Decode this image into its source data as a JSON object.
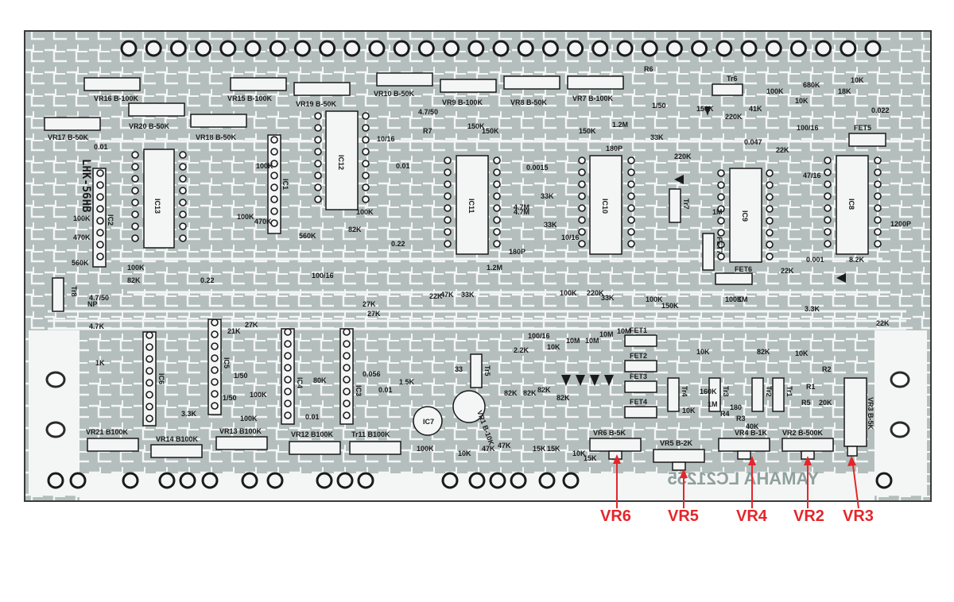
{
  "board": {
    "part_code": "LHK-56HB",
    "brand_mark": "YAMAHA LC21255",
    "colors": {
      "substrate": "#b4bfbd",
      "copper": "#f4f6f5",
      "ink": "#1a1a1a",
      "callout": "#e4262b",
      "outline": "#3a3a3a"
    }
  },
  "pots_top": [
    {
      "ref": "VR16",
      "label": "VR16 B-100K"
    },
    {
      "ref": "VR15",
      "label": "VR15 B-100K"
    },
    {
      "ref": "VR19",
      "label": "VR19 B-50K"
    },
    {
      "ref": "VR10",
      "label": "VR10 B-50K"
    },
    {
      "ref": "VR9",
      "label": "VR9 B-100K"
    },
    {
      "ref": "VR8",
      "label": "VR8 B-50K"
    },
    {
      "ref": "VR7",
      "label": "VR7 B-100K"
    },
    {
      "ref": "VR17",
      "label": "VR17 B-50K"
    },
    {
      "ref": "VR20",
      "label": "VR20 B-50K"
    },
    {
      "ref": "VR18",
      "label": "VR18 B-50K"
    }
  ],
  "pots_bottom": [
    {
      "ref": "VR21",
      "label": "VR21 B100K"
    },
    {
      "ref": "VR14",
      "label": "VR14 B100K"
    },
    {
      "ref": "VR13",
      "label": "VR13 B100K"
    },
    {
      "ref": "VR12",
      "label": "VR12 B100K"
    },
    {
      "ref": "Tr11",
      "label": "Tr11 B100K"
    },
    {
      "ref": "VR1",
      "label": "VR1 B-10K"
    },
    {
      "ref": "VR6",
      "label": "VR6 B-5K"
    },
    {
      "ref": "VR5",
      "label": "VR5 B-2K"
    },
    {
      "ref": "VR4",
      "label": "VR4 B-1K"
    },
    {
      "ref": "VR2",
      "label": "VR2 B-500K"
    },
    {
      "ref": "VR3",
      "label": "VR3 B-5K"
    }
  ],
  "ics": [
    {
      "ref": "IC13"
    },
    {
      "ref": "IC2"
    },
    {
      "ref": "IC1"
    },
    {
      "ref": "IC12"
    },
    {
      "ref": "IC11"
    },
    {
      "ref": "IC10"
    },
    {
      "ref": "IC9"
    },
    {
      "ref": "IC8"
    },
    {
      "ref": "IC6"
    },
    {
      "ref": "IC5"
    },
    {
      "ref": "IC4"
    },
    {
      "ref": "IC3"
    },
    {
      "ref": "IC7"
    }
  ],
  "transistors": [
    "Tr8",
    "Tr6",
    "Tr7",
    "Tr5",
    "Tr4",
    "Tr3",
    "Tr2",
    "Tr1"
  ],
  "fets": [
    "FET1",
    "FET2",
    "FET3",
    "FET4",
    "FET5",
    "FET6",
    "FET7"
  ],
  "parts": [
    "100K",
    "470K",
    "560K",
    "100K",
    "82K",
    "0.01",
    "4.7/50",
    "NP",
    "4.7K",
    "1K",
    "1/50",
    "0.22",
    "100K",
    "470K",
    "100K",
    "560K",
    "100/16",
    "82K",
    "100K",
    "0.22",
    "0.01",
    "4.7/50",
    "R7",
    "10/16",
    "150K",
    "150K",
    "150K",
    "1.2M",
    "180P",
    "33K",
    "4.7M",
    "1.2M",
    "180P",
    "0.0015",
    "33K",
    "4.7M",
    "10/16",
    "33K",
    "220K",
    "150K",
    "0.047",
    "22K",
    "100/16",
    "0.022",
    "18K",
    "10K",
    "680K",
    "10K",
    "100K",
    "41K",
    "220K",
    "1/50",
    "R6",
    "47/16",
    "22K",
    "1M",
    "1M",
    "8.2K",
    "22K",
    "3.3K",
    "1200P",
    "27K",
    "27K",
    "21K",
    "1/50",
    "100K",
    "100K",
    "0.056",
    "1.5K",
    "27K",
    "22K",
    "47K",
    "33K",
    "100K",
    "33K",
    "220K",
    "150K",
    "100K",
    "10K",
    "10M",
    "10M",
    "10M",
    "10M",
    "2.2K",
    "100/16",
    "82K",
    "82K",
    "82K",
    "82K",
    "33",
    "47K",
    "47K",
    "15K",
    "15K",
    "10K",
    "15K",
    "10K",
    "100K",
    "10K",
    "10K",
    "160K",
    "82K",
    "10K",
    "3.3K",
    "0.01",
    "100K",
    "1M",
    "R4",
    "R3",
    "R2",
    "R1",
    "R5",
    "20K",
    "180",
    "40K",
    "80K",
    "0.01",
    "0.001"
  ],
  "callouts": [
    {
      "ref": "VR6",
      "label": "VR6"
    },
    {
      "ref": "VR5",
      "label": "VR5"
    },
    {
      "ref": "VR4",
      "label": "VR4"
    },
    {
      "ref": "VR2",
      "label": "VR2"
    },
    {
      "ref": "VR3",
      "label": "VR3"
    }
  ]
}
